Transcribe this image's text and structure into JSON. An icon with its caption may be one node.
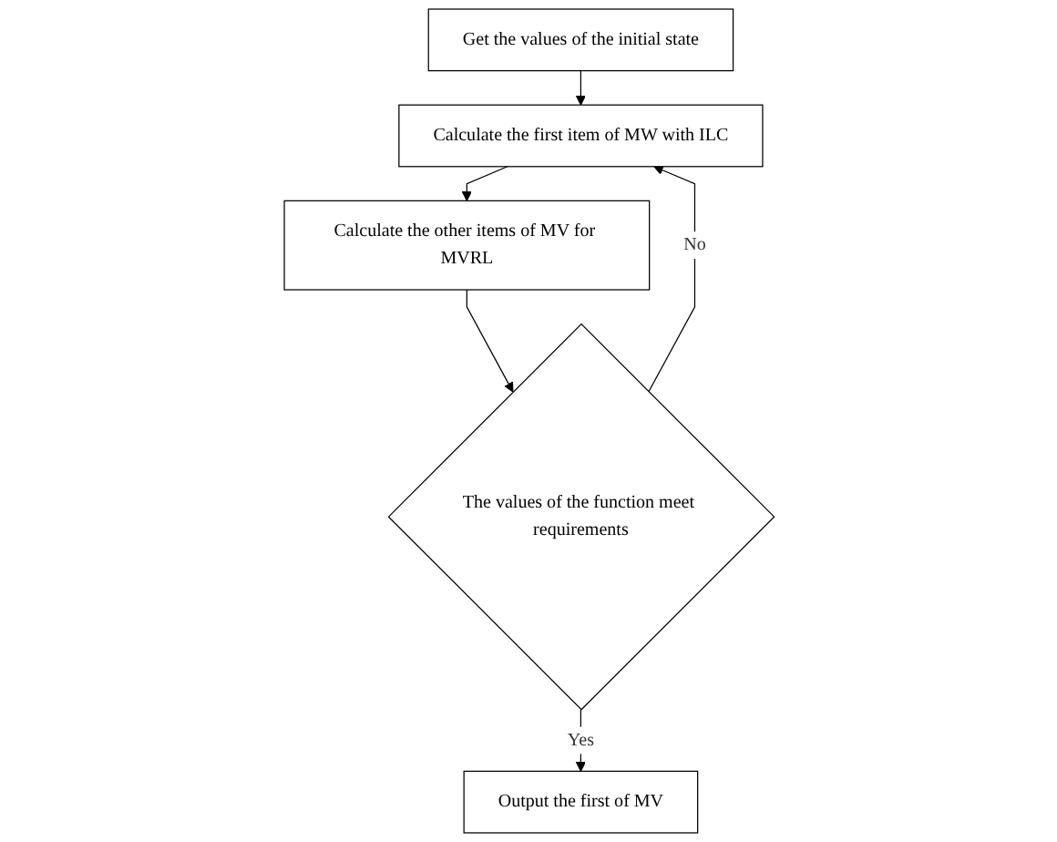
{
  "diagram": {
    "nodes": [
      {
        "text": [
          "Get the values of the initial state"
        ]
      },
      {
        "text": [
          "Calculate the first item of MW with ILC"
        ]
      },
      {
        "text": [
          "Calculate the other items of MV for MVRL"
        ]
      },
      {
        "text": [
          "The values of the function meet requirements"
        ]
      },
      {
        "text": [
          "Output the first of MV"
        ]
      }
    ],
    "edges": [
      {
        "from": 0,
        "to": 1,
        "arrow": "to"
      },
      {
        "from": 1,
        "to": 2,
        "arrow": "to"
      },
      {
        "from": 2,
        "to": 3,
        "arrow": "to"
      },
      {
        "from": 3,
        "to": 1,
        "arrow": "to",
        "label": "No"
      },
      {
        "from": 3,
        "to": 4,
        "arrow": "to",
        "label": "Yes"
      }
    ]
  }
}
